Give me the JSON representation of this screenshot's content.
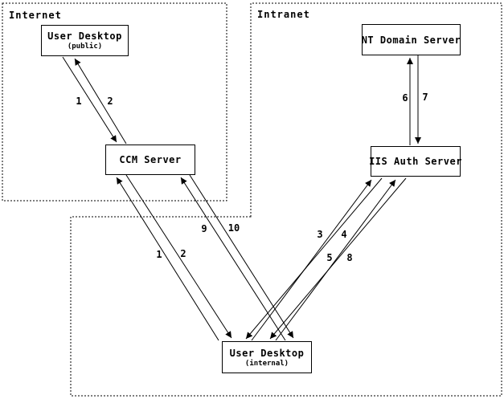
{
  "diagram": {
    "zones": {
      "internet": {
        "label": "Internet"
      },
      "intranet": {
        "label": "Intranet"
      }
    },
    "nodes": {
      "user_desktop_public": {
        "title": "User Desktop",
        "subtitle": "(public)"
      },
      "ccm_server": {
        "title": "CCM Server"
      },
      "nt_domain_server": {
        "title": "NT Domain Server"
      },
      "iis_auth_server": {
        "title": "IIS Auth Server"
      },
      "user_desktop_internal": {
        "title": "User Desktop",
        "subtitle": "(internal)"
      }
    },
    "edge_labels": {
      "public_to_ccm_1": "1",
      "public_to_ccm_2": "2",
      "internal_to_ccm_1": "1",
      "internal_to_ccm_2": "2",
      "internal_to_ccm_9": "9",
      "internal_to_ccm_10": "10",
      "internal_to_iis_3": "3",
      "internal_to_iis_4": "4",
      "internal_to_iis_5": "5",
      "internal_to_iis_8": "8",
      "iis_to_nt_6": "6",
      "iis_to_nt_7": "7"
    },
    "colors": {
      "line": "#000000",
      "background": "#ffffff"
    }
  }
}
